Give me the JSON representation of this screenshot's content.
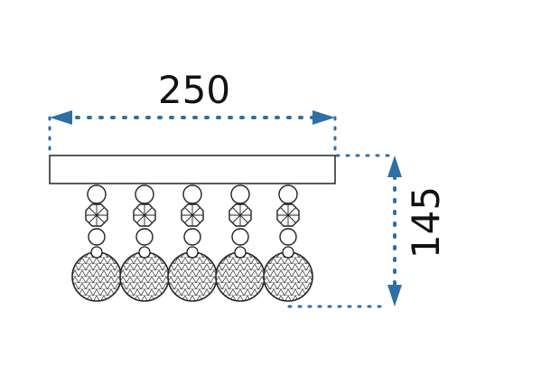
{
  "dimensions": {
    "width_label": "250",
    "height_label": "145"
  },
  "colors": {
    "dimension_line": "#2f6fa3",
    "line_art": "#222222",
    "text": "#111111"
  },
  "drops": [
    {
      "name": "drop-1"
    },
    {
      "name": "drop-2"
    },
    {
      "name": "drop-3"
    },
    {
      "name": "drop-4"
    },
    {
      "name": "drop-5"
    }
  ]
}
